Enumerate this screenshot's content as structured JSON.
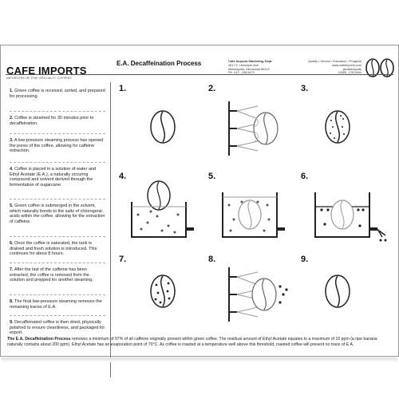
{
  "brand": {
    "name": "CAFE IMPORTS",
    "subtitle": "IMPORTERS OF FINE SPECIALTY COFFEES"
  },
  "title": "E.A. Decaffeination Process",
  "dept": {
    "name": "Cafe Imports Marketing Dept.",
    "address1": "3617 E. Hennepin Ave.",
    "address2": "Minneapolis, Minnesota 55413",
    "phone": "PH. 612 . 238.9479"
  },
  "tagline": {
    "line1": "Quality • Service • Education • Progress",
    "line2": "www.cafeimports.com",
    "line3": "@cafeimports",
    "line4": "12650 . 278.5064"
  },
  "steps": [
    {
      "num": "1.",
      "text": "Green coffee is received, sorted, and prepared for processing."
    },
    {
      "num": "2.",
      "text": "Coffee is steamed for 30 minutes prior to decaffeination."
    },
    {
      "num": "3.",
      "text": "A low-pressure steaming process has opened the pores of the coffee, allowing for caffeine extraction."
    },
    {
      "num": "4.",
      "text": "Coffee is placed in a solution of water and Ethyl Acetate (E.A.), a naturally occuring compound and solvent derived through the fermentation of sugarcane."
    },
    {
      "num": "5.",
      "text": "Green coffee is submerged in the solvent, which naturally bonds to the salts of chlorogenic acids within the coffee, allowing for the extraction of caffeine."
    },
    {
      "num": "6.",
      "text": "Once the coffee is saturated, the tank is drained and fresh solution is introduced. This continues for about 8 hours."
    },
    {
      "num": "7.",
      "text": "After the last of the caffeine has been extracted, the coffee is removed from the solution and prepped for another steaming."
    },
    {
      "num": "8.",
      "text": "The final low-pressure steaming removes the remaining traces of E.A."
    },
    {
      "num": "9.",
      "text": "Decaffeinated coffee is then dried, physically polished to ensure cleanliness, and packaged for export."
    }
  ],
  "grid_numbers": [
    "1.",
    "2.",
    "3.",
    "4.",
    "5.",
    "6.",
    "7.",
    "8.",
    "9."
  ],
  "footer": {
    "bold": "The E.A. Decaffeination Process",
    "text": " removes a minimum of 97% of all caffeine originally present within green coffee. The residual amount of Ethyl Acetate equates to a maximum of 10 ppm (a ripe banana naturally contains about 200 ppm). Ethyl Acetate has an evaporation point of 70°C. As coffee is roasted at a temperature well above this threshold, roasted coffee will present no trace of E.A."
  }
}
